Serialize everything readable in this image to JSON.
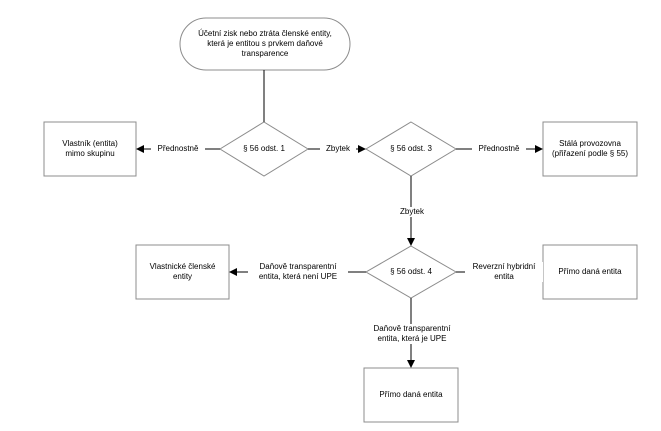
{
  "start": {
    "text": "Účetní zisk nebo ztráta členské entity,\nkterá je entitou s prvkem daňové\ntransparence"
  },
  "decisions": {
    "d1": "§ 56 odst. 1",
    "d2": "§ 56 odst. 3",
    "d3": "§ 56 odst. 4"
  },
  "boxes": {
    "owner": "Vlastník (entita)\nmimo skupinu",
    "pe": "Stálá provozovna\n(přiřazení podle § 55)",
    "owning_members": "Vlastnické členské\nentity",
    "taxed_right": "Přímo daná entita",
    "taxed_bottom": "Přímo daná entita"
  },
  "edges": {
    "d1_left": "Přednostně",
    "d1_d2": "Zbytek",
    "d2_right": "Přednostně",
    "d2_d3": "Zbytek",
    "d3_left": "Daňově transparentní\nentita, která není UPE",
    "d3_right": "Reverzní hybridní\nentita",
    "d3_down": "Daňově transparentní\nentita, která je UPE"
  },
  "colors": {
    "shape_stroke": "#8c8c8c",
    "arrow": "#000000"
  }
}
